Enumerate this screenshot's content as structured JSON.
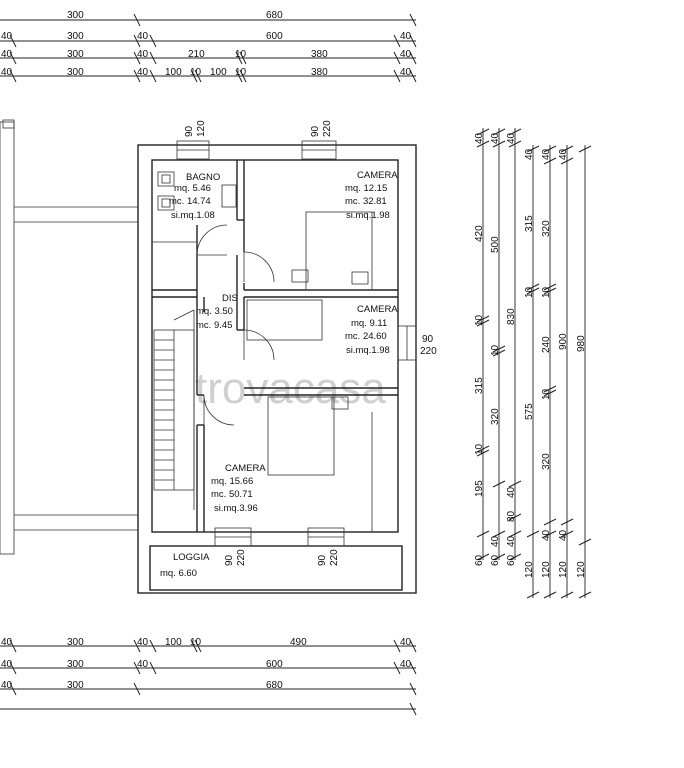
{
  "watermark": "trovacasa",
  "rooms": {
    "bagno": {
      "name": "BAGNO",
      "mq": "mq.  5.46",
      "mc": "mc.  14.74",
      "si": "si.mq.1.08"
    },
    "camera1": {
      "name": "CAMERA",
      "mq": "mq.  12.15",
      "mc": "mc.  32.81",
      "si": "si.mq.1.98"
    },
    "dis": {
      "name": "DIS",
      "mq": "mq.  3.50",
      "mc": "mc.  9.45"
    },
    "camera2": {
      "name": "CAMERA",
      "mq": "mq.  9.11",
      "mc": "mc.  24.60",
      "si": "si.mq.1.98"
    },
    "camera3": {
      "name": "CAMERA",
      "mq": "mq.  15.66",
      "mc": "mc.  50.71",
      "si": "si.mq.3.96"
    },
    "loggia": {
      "name": "LOGGIA",
      "mq": "mq.  6.60"
    }
  },
  "openings": {
    "bagno_window": [
      "90",
      "120"
    ],
    "camera1_window": [
      "90",
      "220"
    ],
    "camera2_window": [
      "90",
      "220"
    ],
    "camera3_window_left": [
      "90",
      "220"
    ],
    "camera3_window_right": [
      "90",
      "220"
    ]
  },
  "top_dims": {
    "row1": [
      "300",
      "680"
    ],
    "row2": [
      "40",
      "300",
      "40",
      "600",
      "40"
    ],
    "row3": [
      "40",
      "300",
      "40",
      "210",
      "10",
      "380",
      "40"
    ],
    "row4": [
      "40",
      "300",
      "40",
      "100",
      "10",
      "100",
      "10",
      "380",
      "40"
    ]
  },
  "bottom_dims": {
    "row1": [
      "40",
      "300",
      "40",
      "100",
      "10",
      "490",
      "40"
    ],
    "row2": [
      "40",
      "300",
      "40",
      "600",
      "40"
    ],
    "row3": [
      "40",
      "300",
      "680"
    ]
  },
  "right_dims": {
    "col1": [
      "40",
      "420",
      "10",
      "315",
      "10",
      "195",
      "60"
    ],
    "col2": [
      "40",
      "500",
      "10",
      "320",
      "40",
      "60"
    ],
    "col3": [
      "40",
      "830",
      "40",
      "80",
      "40",
      "60"
    ],
    "col4": [
      "40",
      "315",
      "10",
      "575",
      "120"
    ],
    "col5": [
      "40",
      "320",
      "10",
      "240",
      "10",
      "320",
      "40",
      "120"
    ],
    "col6": [
      "40",
      "900",
      "40",
      "120"
    ],
    "col7": [
      "980",
      "120"
    ]
  }
}
